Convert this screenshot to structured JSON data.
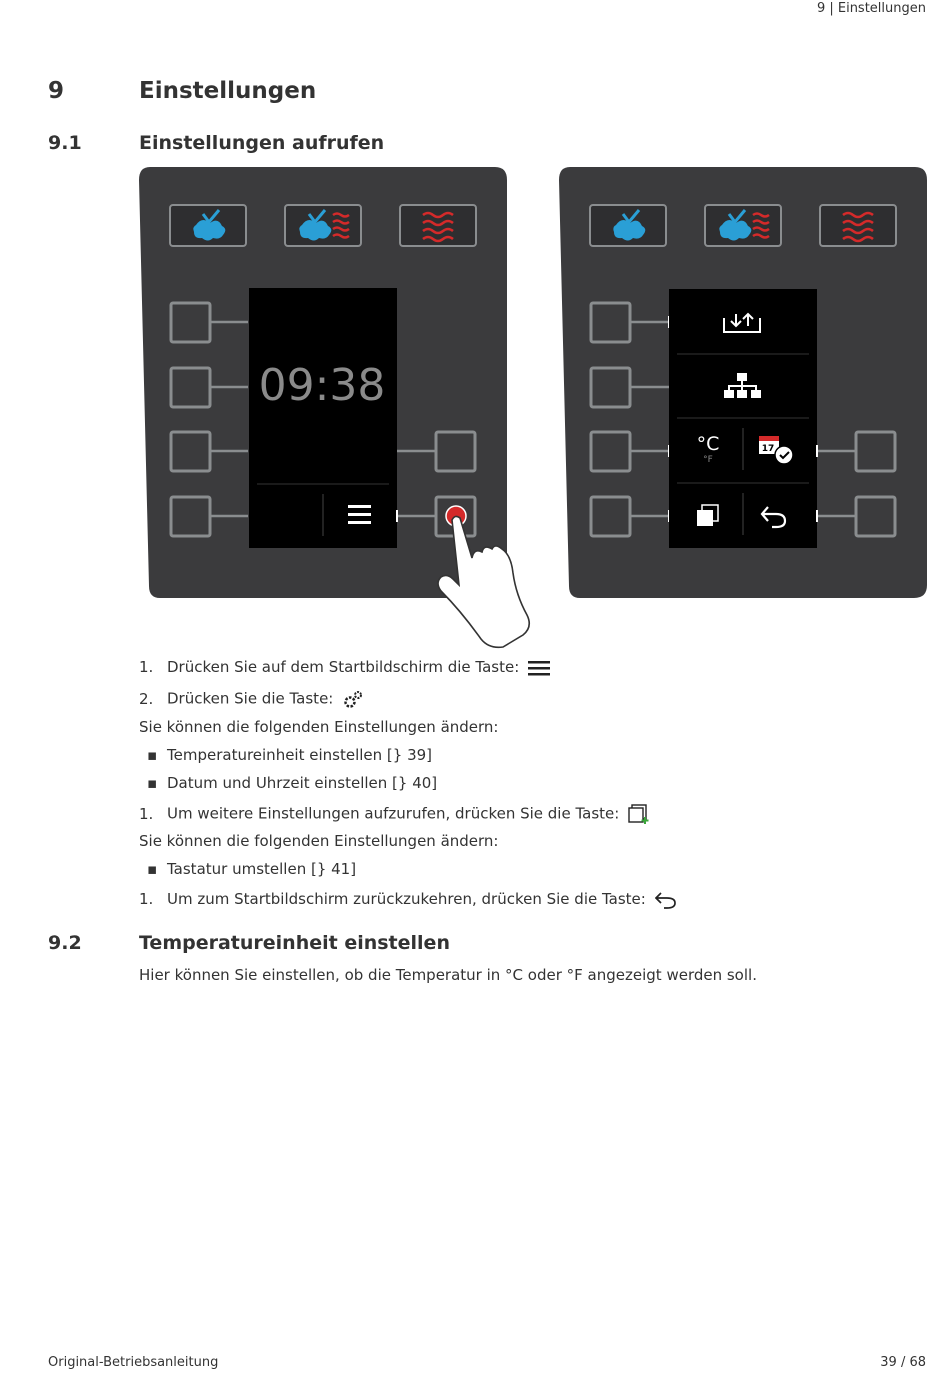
{
  "header": {
    "running_title": "9 | Einstellungen"
  },
  "chapter": {
    "number": "9",
    "title": "Einstellungen"
  },
  "section_1": {
    "number": "9.1",
    "title": "Einstellungen aufrufen"
  },
  "panel_left": {
    "clock": "09:38"
  },
  "panel_right": {
    "unit_c": "°C",
    "unit_f": "°F",
    "calendar_day": "17"
  },
  "steps_a": [
    {
      "num": "1.",
      "text": "Drücken Sie auf dem Startbildschirm die Taste:"
    },
    {
      "num": "2.",
      "text": "Drücken Sie die Taste:"
    }
  ],
  "intro_1": "Sie können die folgenden Einstellungen ändern:",
  "bullets_1": [
    "Temperatureinheit einstellen [} 39]",
    "Datum und Uhrzeit einstellen [} 40]"
  ],
  "step_b": {
    "num": "1.",
    "text": "Um weitere Einstellungen aufzurufen, drücken Sie die Taste:"
  },
  "intro_2": "Sie können die folgenden Einstellungen ändern:",
  "bullets_2": [
    "Tastatur umstellen [} 41]"
  ],
  "step_c": {
    "num": "1.",
    "text": "Um zum Startbildschirm zurückzukehren, drücken Sie die Taste:"
  },
  "section_2": {
    "number": "9.2",
    "title": "Temperatureinheit einstellen",
    "body": "Hier können Sie einstellen, ob die Temperatur in °C oder °F angezeigt werden soll."
  },
  "footer": {
    "left": "Original-Betriebsanleitung",
    "right": "39 / 68"
  },
  "colors": {
    "panel": "#3b3b3d",
    "button_outline": "#8a8d8f",
    "steam_blue": "#2a9fd6",
    "heat_red": "#d42a2a",
    "screen": "#000000"
  }
}
